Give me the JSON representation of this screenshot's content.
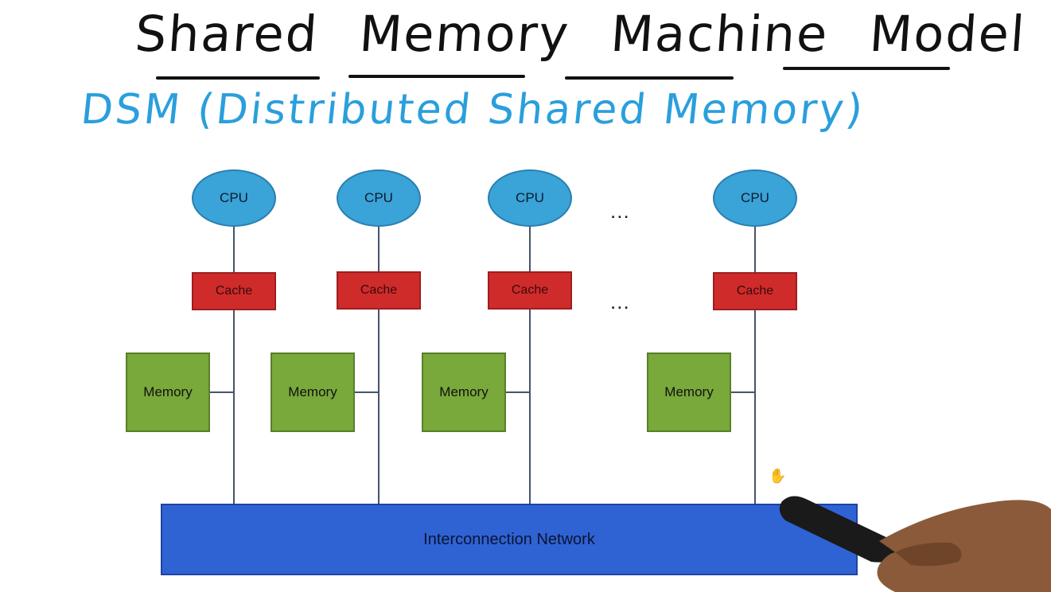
{
  "title": "Shared Memory Machine Model",
  "subtitle": "DSM (Distributed Shared Memory)",
  "nodes": [
    {
      "cpu": "CPU",
      "cache": "Cache",
      "memory": "Memory"
    },
    {
      "cpu": "CPU",
      "cache": "Cache",
      "memory": "Memory"
    },
    {
      "cpu": "CPU",
      "cache": "Cache",
      "memory": "Memory"
    },
    {
      "cpu": "CPU",
      "cache": "Cache",
      "memory": "Memory"
    }
  ],
  "ellipsis": "...",
  "network": "Interconnection Network",
  "colors": {
    "cpu": "#3aa3d8",
    "cache": "#cf2b2b",
    "memory": "#79a83b",
    "network": "#2f63d4",
    "subtitle": "#2a9fdc"
  }
}
